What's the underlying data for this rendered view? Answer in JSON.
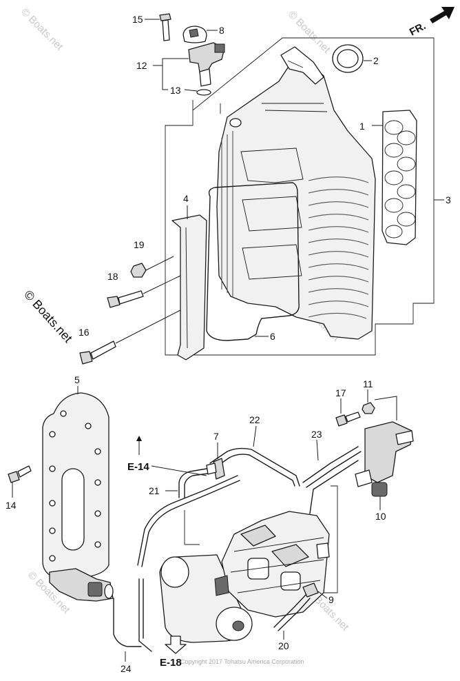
{
  "diagram": {
    "direction_label": "FR.",
    "callouts": {
      "c1": "1",
      "c2": "2",
      "c3": "3",
      "c4": "4",
      "c5": "5",
      "c6": "6",
      "c7": "7",
      "c8": "8",
      "c9": "9",
      "c10": "10",
      "c11": "11",
      "c12": "12",
      "c13": "13",
      "c14": "14",
      "c15": "15",
      "c16": "16",
      "c17": "17",
      "c18": "18",
      "c19": "19",
      "c20": "20",
      "c21": "21",
      "c22": "22",
      "c23": "23",
      "c24": "24"
    },
    "references": {
      "e14": "E-14",
      "e18": "E-18"
    },
    "watermarks": {
      "text": "© Boats.net"
    },
    "copyright": "Copyright 2017 Tohatsu America Corporation"
  }
}
